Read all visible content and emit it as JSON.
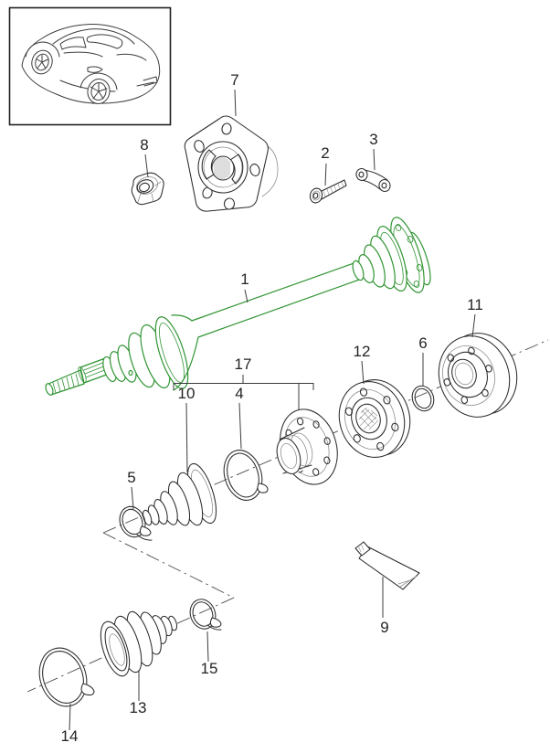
{
  "diagram": {
    "colors": {
      "highlight": "#2f9432",
      "line": "#2b2b2b",
      "line_soft": "#8f8f8f",
      "axis": "#4d4d4d",
      "label": "#242424",
      "background": "#ffffff"
    },
    "labels": {
      "n1": "1",
      "n2": "2",
      "n3": "3",
      "n4": "4",
      "n5": "5",
      "n6": "6",
      "n7": "7",
      "n8": "8",
      "n9": "9",
      "n10": "10",
      "n11": "11",
      "n12": "12",
      "n13": "13",
      "n14": "14",
      "n15": "15",
      "n17": "17"
    }
  }
}
